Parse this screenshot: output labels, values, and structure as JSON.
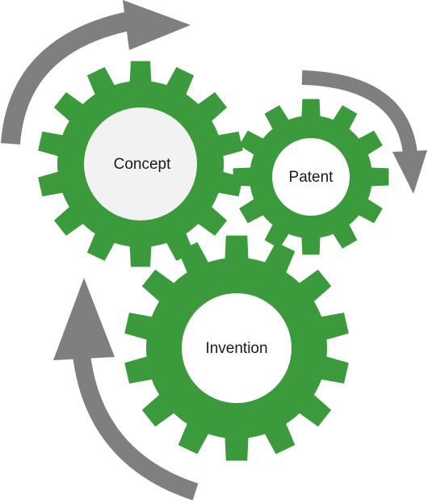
{
  "diagram": {
    "gears": [
      {
        "id": "concept",
        "label": "Concept",
        "hub_color": "#f2f2f2"
      },
      {
        "id": "patent",
        "label": "Patent",
        "hub_color": "#ffffff"
      },
      {
        "id": "invention",
        "label": "Invention",
        "hub_color": "#ffffff"
      }
    ],
    "colors": {
      "gear": "#3a9a3c",
      "arrow": "#7f7f7f"
    },
    "arrows": [
      {
        "id": "arrow-top-left",
        "direction": "clockwise"
      },
      {
        "id": "arrow-right",
        "direction": "clockwise"
      },
      {
        "id": "arrow-bottom-left",
        "direction": "clockwise"
      }
    ]
  }
}
